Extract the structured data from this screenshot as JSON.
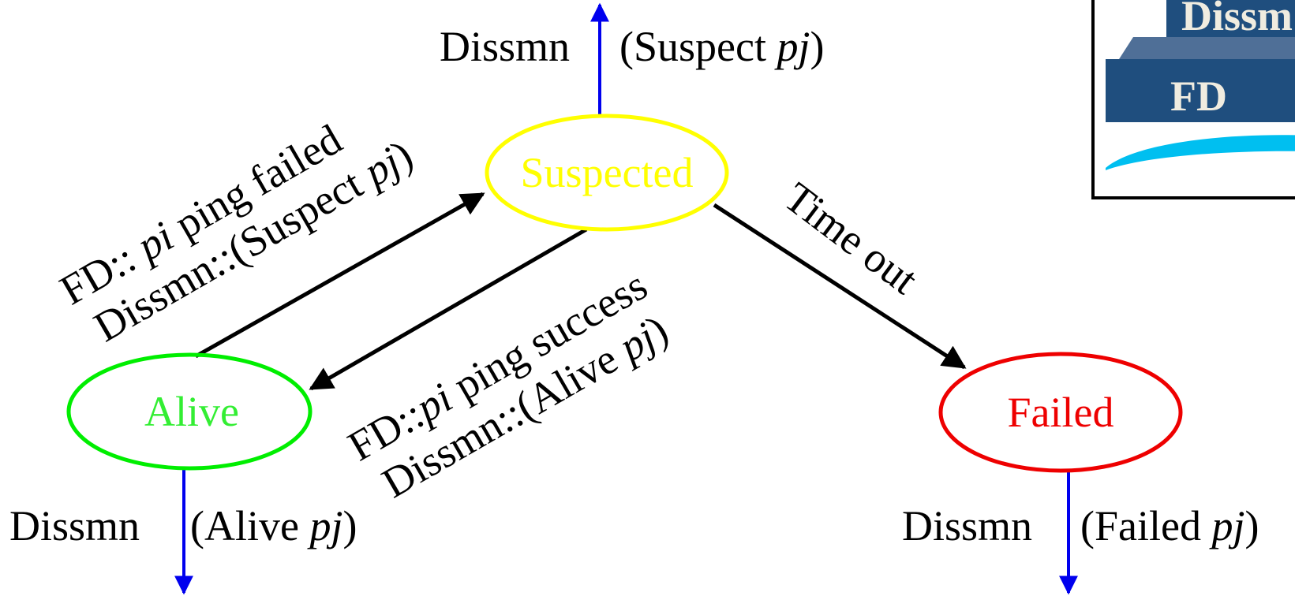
{
  "states": {
    "suspected": {
      "label": "Suspected",
      "color": "#ffff00"
    },
    "alive": {
      "label": "Alive",
      "color": "#00ee00"
    },
    "failed": {
      "label": "Failed",
      "color": "#ee0000"
    }
  },
  "dissemination": {
    "top": {
      "name": "Dissmn",
      "open": "(Suspect ",
      "proc": "pj",
      "close": ")"
    },
    "alive": {
      "name": "Dissmn",
      "open": "(Alive ",
      "proc": "pj",
      "close": ")"
    },
    "failed": {
      "name": "Dissmn",
      "open": "(Failed ",
      "proc": "pj",
      "close": ")"
    }
  },
  "transitions": {
    "alive_to_suspected": {
      "line1_prefix": "FD:: ",
      "line1_proc": "pi",
      "line1_suffix": " ping failed",
      "line2_prefix": "Dissmn::(Suspect ",
      "line2_proc": "pj",
      "line2_suffix": ")"
    },
    "suspected_to_alive": {
      "line1_prefix": "FD::",
      "line1_proc": "pi",
      "line1_suffix": " ping success",
      "line2_prefix": "Dissmn::(Alive ",
      "line2_proc": "pj",
      "line2_suffix": ")"
    },
    "suspected_to_failed": {
      "label": "Time out"
    }
  },
  "inset": {
    "top_text": "Dissm",
    "fd_text": "FD"
  },
  "colors": {
    "dissemination_arrow": "#0000ee",
    "transition_arrow": "#000000",
    "inset_bar": "#1f4e7e",
    "inset_bar_top": "#4f6f97",
    "inset_wave": "#00bff0"
  }
}
